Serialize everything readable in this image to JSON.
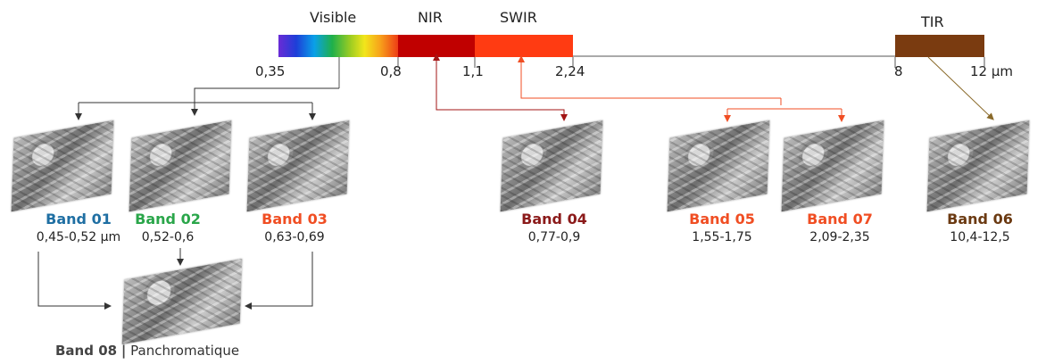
{
  "spectrum": {
    "regions": {
      "visible": "Visible",
      "nir": "NIR",
      "swir": "SWIR",
      "tir": "TIR"
    },
    "ticks": {
      "t035": "0,35",
      "t08": "0,8",
      "t11": "1,1",
      "t224": "2,24",
      "t8": "8",
      "t12": "12 μm"
    }
  },
  "bands": [
    {
      "name": "Band 01",
      "range": "0,45-0,52 μm",
      "color": "#1f6fa3"
    },
    {
      "name": "Band 02",
      "range": "0,52-0,6",
      "color": "#2aa64a"
    },
    {
      "name": "Band 03",
      "range": "0,63-0,69",
      "color": "#f04e23"
    },
    {
      "name": "Band 04",
      "range": "0,77-0,9",
      "color": "#8b1a1a"
    },
    {
      "name": "Band 05",
      "range": "1,55-1,75",
      "color": "#f04e23"
    },
    {
      "name": "Band 07",
      "range": "2,09-2,35",
      "color": "#f04e23"
    },
    {
      "name": "Band 06",
      "range": "10,4-12,5",
      "color": "#6b3a12"
    }
  ],
  "panchromatic": {
    "band": "Band 08",
    "separator": "|",
    "label": "Panchromatique"
  },
  "colors": {
    "nir": "#c00000",
    "swir": "#ff3b12",
    "tir": "#7a3b10",
    "arrow_dark": "#333333",
    "arrow_nir": "#a31515",
    "arrow_swir": "#f04e23",
    "arrow_tir": "#8a6a2a"
  }
}
